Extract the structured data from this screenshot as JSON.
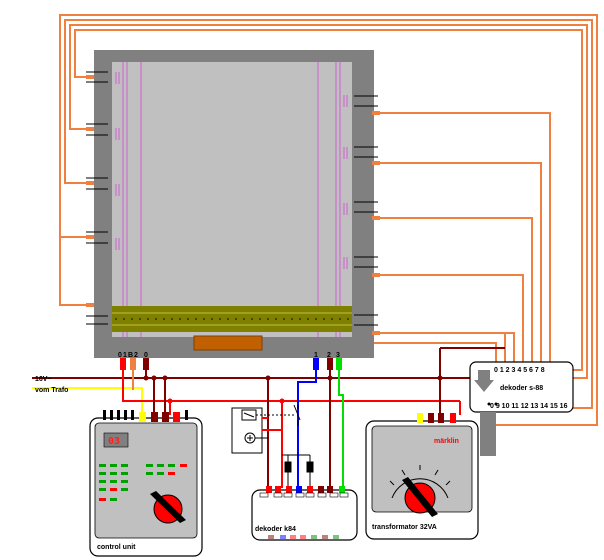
{
  "power": {
    "line1": "16V~",
    "line2": "vom Trafo"
  },
  "layout_terminals": {
    "left_labels": [
      "0",
      "1",
      "B",
      "2",
      "0"
    ],
    "right_labels": [
      "1",
      "2",
      "3"
    ]
  },
  "control_unit": {
    "label": "control unit",
    "display": "03"
  },
  "k84": {
    "label": "dekoder k84"
  },
  "s88": {
    "label": "dekoder s-88",
    "top_numbers": "0 1 2 3 4 5 6 7 8",
    "bottom_numbers": "0  9 10 11 12 13 14 15 16"
  },
  "transformer": {
    "label": "transformator 32VA",
    "brand": "märklin"
  },
  "colors": {
    "orange_wire": "#f08040",
    "brown_wire": "#800000",
    "red_wire": "#ff0000",
    "yellow_wire": "#ffff00",
    "blue_wire": "#0000ff",
    "green_wire": "#00e000",
    "track_magenta": "#d060d0",
    "layout_frame": "#808080",
    "layout_board": "#c0c0c0",
    "olive_track": "#808000"
  }
}
